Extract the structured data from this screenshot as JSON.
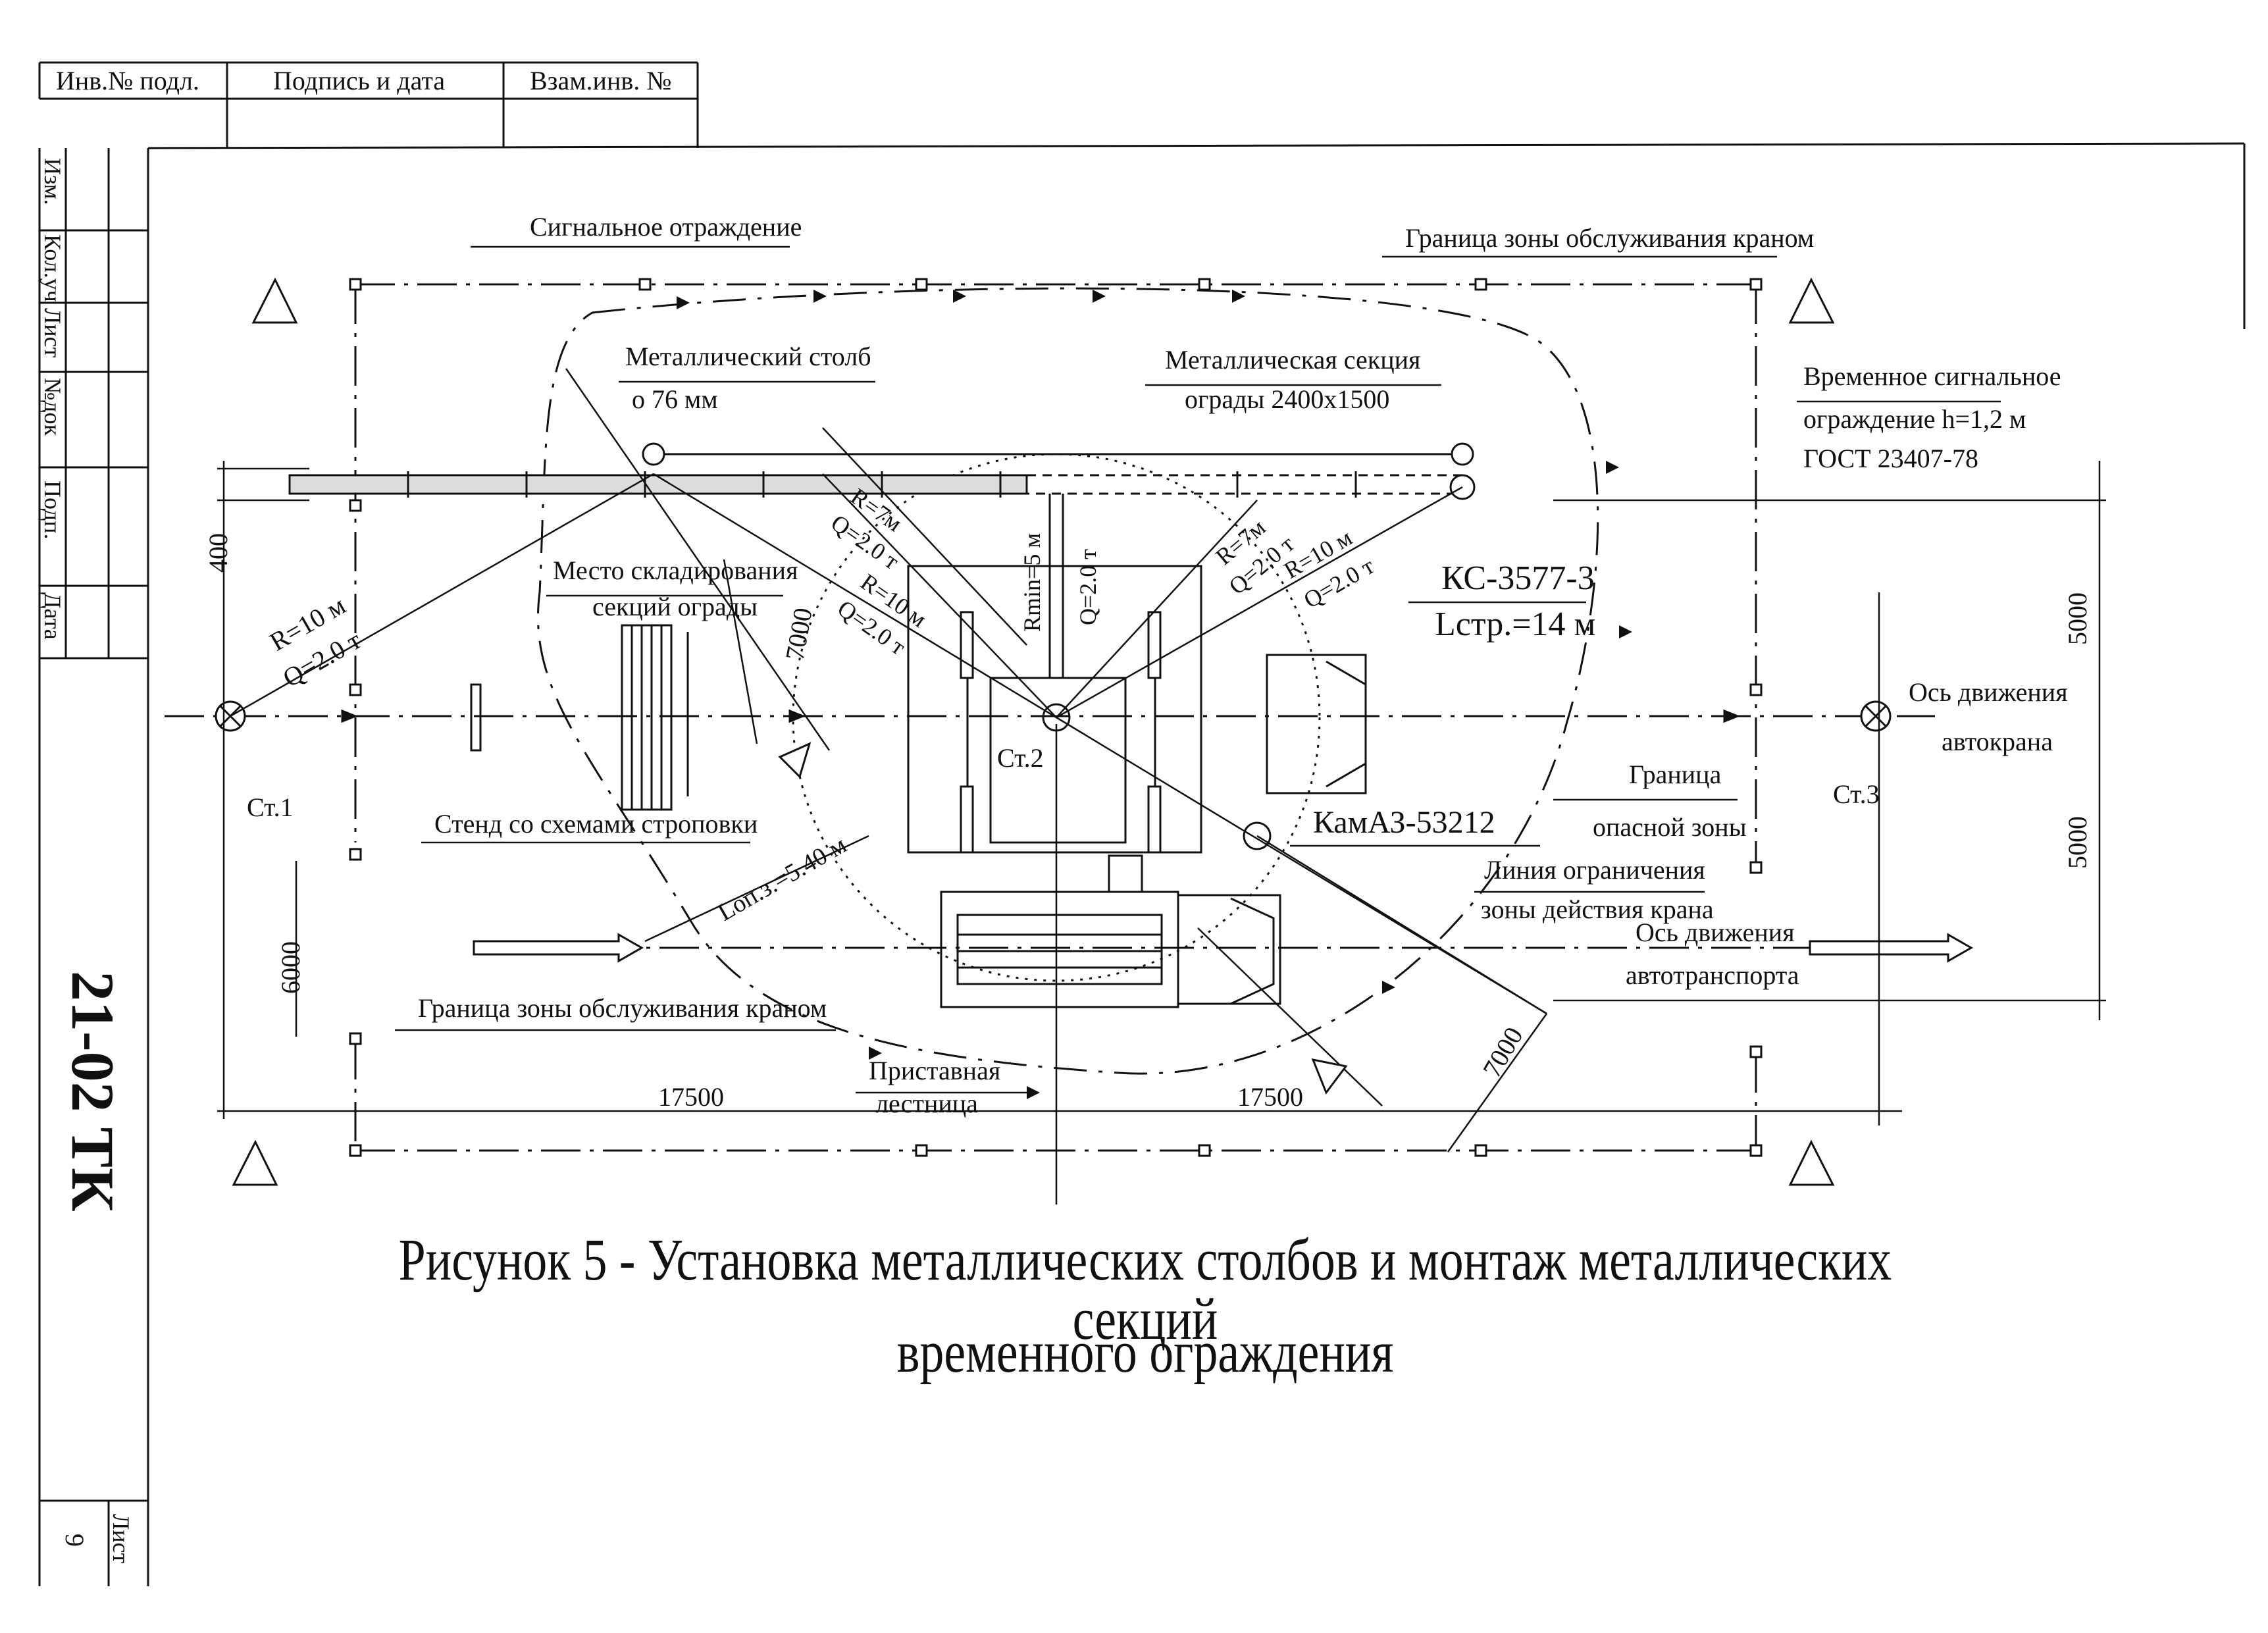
{
  "title_block": {
    "inv_no": "Инв.№ подл.",
    "signature_date": "Подпись и дата",
    "replaced_inv": "Взам.инв. №",
    "rev_cols": [
      "Изм.",
      "Кол.уч",
      "Лист",
      "№док",
      "Подп.",
      "Дата"
    ],
    "doc_code": "21-02 ТК",
    "sheet_label": "Лист",
    "sheet_no": "9"
  },
  "labels": {
    "signal_fence": "Сигнальное отраждение",
    "crane_zone_top": "Граница зоны обслуживания краном",
    "metal_post": "Металлический столб",
    "post_diameter": "о 76 мм",
    "metal_section_1": "Металлическая секция",
    "metal_section_2": "ограды 2400х1500",
    "temp_fence_1": "Временное сигнальное",
    "temp_fence_2": "ограждение h=1,2 м",
    "temp_fence_3": "ГОСТ 23407-78",
    "storage_1": "Место складирования",
    "storage_2": "секций ограды",
    "r10_left": "R=10 м",
    "q_left": "Q=2.0 т",
    "r7_a": "R=7м",
    "q2_a": "Q=2.0 т",
    "r10_mid": "R=10 м",
    "q2_mid": "Q=2.0 т",
    "rmin": "Rmin=5 м",
    "q_rmin": "Q=2.0 т",
    "r7_right": "R=7м",
    "q_r7_right": "Q=2.0 т",
    "r10_right": "R=10 м",
    "q_r10_right": "Q=2.0 т",
    "crane_model": "КС-3577-3",
    "boom_length": "Lстр.=14 м",
    "st1": "Ст.1",
    "st2": "Ст.2",
    "st3": "Ст.3",
    "crane_axis_1": "Ось движения",
    "crane_axis_2": "автокрана",
    "danger_1": "Граница",
    "danger_2": "опасной зоны",
    "truck_model": "КамАЗ-53212",
    "limit_1": "Линия ограничения",
    "limit_2": "зоны действия крана",
    "traffic_axis_1": "Ось движения",
    "traffic_axis_2": "автотранспорта",
    "stand": "Стенд со схемами строповки",
    "lop": "Lоп.з.=5.40 м",
    "crane_zone_bottom": "Граница зоны обслуживания краном",
    "ladder_1": "Приставная",
    "ladder_2": "лестница"
  },
  "dimensions": {
    "d400": "400",
    "d7000_a": "7000",
    "d6000": "6000",
    "d5000_a": "5000",
    "d5000_b": "5000",
    "d7000_b": "7000",
    "d17500_a": "17500",
    "d17500_b": "17500"
  },
  "caption": {
    "line1": "Рисунок 5 - Установка металлических столбов и монтаж металлических секций",
    "line2": "временного ограждения"
  }
}
